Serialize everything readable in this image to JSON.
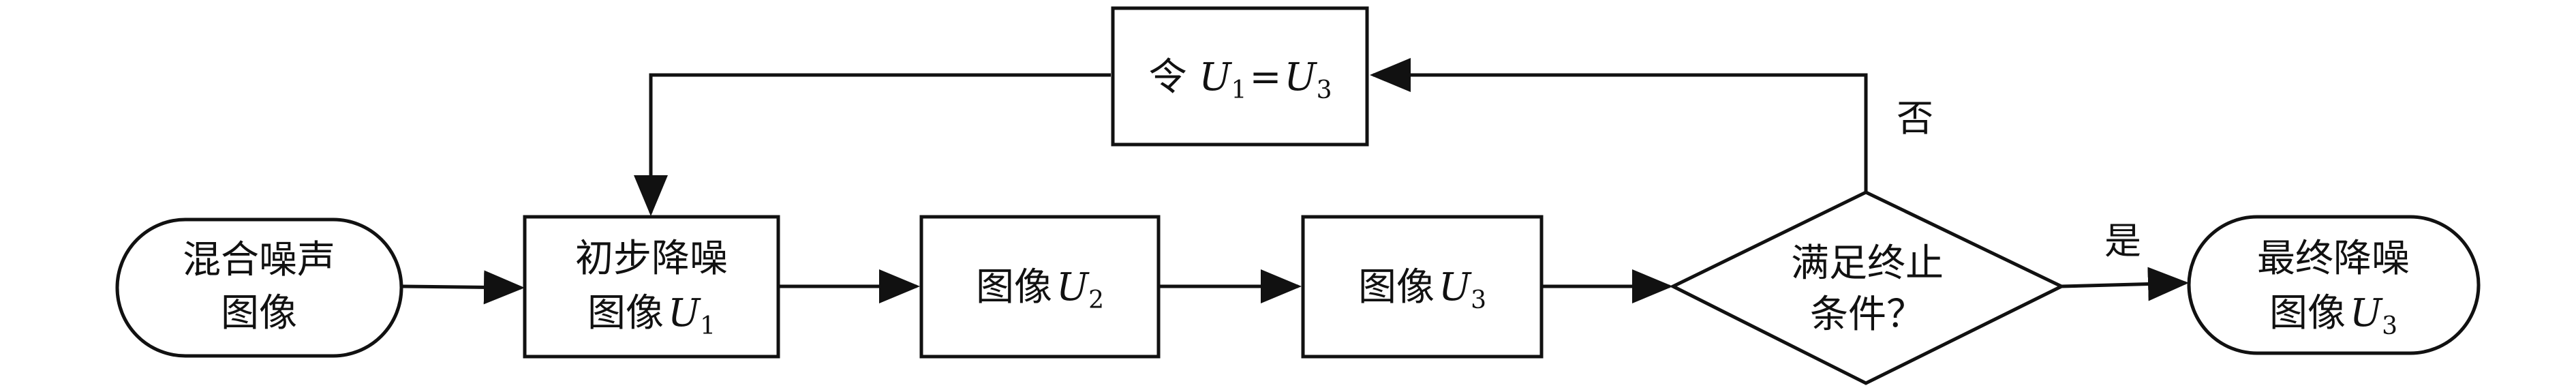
{
  "nodes": {
    "start": {
      "line1": "混合噪声",
      "line2": "图像"
    },
    "initial_denoise": {
      "line1": "初步降噪",
      "line2_prefix": "图像",
      "var": "U",
      "sub": "1"
    },
    "image_u2": {
      "prefix": "图像",
      "var": "U",
      "sub": "2"
    },
    "image_u3": {
      "prefix": "图像",
      "var": "U",
      "sub": "3"
    },
    "condition": {
      "line1": "满足终止",
      "line2": "条件？"
    },
    "assign": {
      "prefix": "令 ",
      "var1": "U",
      "sub1": "1",
      "eq": "=",
      "var2": "U",
      "sub2": "3"
    },
    "end": {
      "line1": "最终降噪",
      "line2_prefix": "图像",
      "var": "U",
      "sub": "3"
    }
  },
  "edges": {
    "no_label": "否",
    "yes_label": "是"
  }
}
